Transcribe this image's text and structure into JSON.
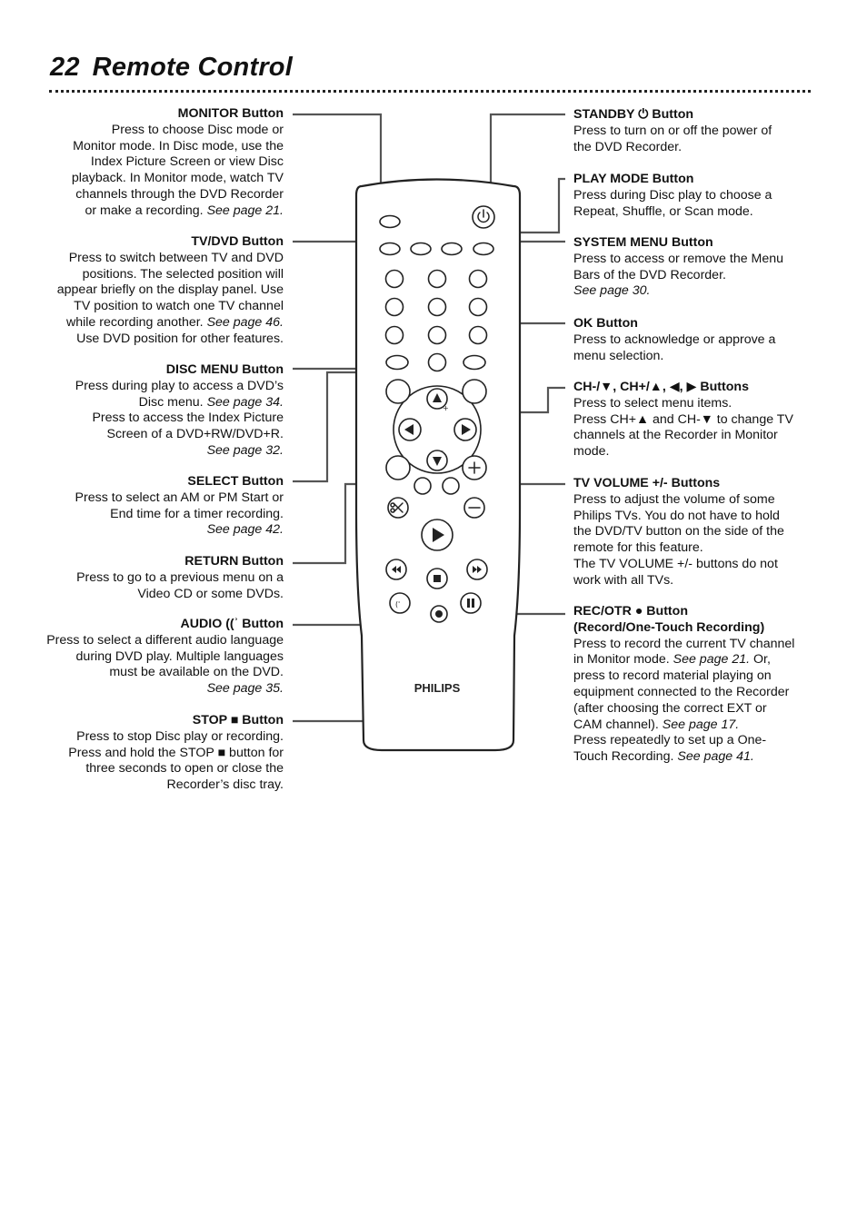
{
  "header": {
    "page_number": "22",
    "title": "Remote Control"
  },
  "brand": "PHILIPS",
  "left_items": [
    {
      "key": "monitor",
      "heading": "MONITOR Button",
      "text": "Press to choose Disc mode or\nMonitor mode. In Disc mode, use the\nIndex Picture Screen or view Disc\nplayback. In Monitor mode, watch TV\nchannels through the DVD Recorder\nor make a recording.",
      "ref": "See page 21."
    },
    {
      "key": "tvdvd",
      "heading": "TV/DVD Button",
      "text": "Press to switch between TV and DVD\npositions. The selected position will\nappear briefly on the display panel. Use\nTV position to watch one TV channel\nwhile recording another.",
      "ref": "See page 46.",
      "text2": "Use DVD position for other features."
    },
    {
      "key": "discmenu",
      "heading": "DISC MENU Button",
      "text": "Press during play to access a DVD’s\nDisc menu.",
      "ref": "See page 34.",
      "text2": "Press to access the Index Picture\nScreen of a DVD+RW/DVD+R.",
      "ref2": "See page 32."
    },
    {
      "key": "select",
      "heading": "SELECT Button",
      "text": "Press to select an AM or PM Start or\nEnd time for a timer recording.",
      "ref": "See page 42."
    },
    {
      "key": "return",
      "heading": "RETURN Button",
      "text": "Press to go to a previous menu on a\nVideo CD or some DVDs."
    },
    {
      "key": "audio",
      "heading": "AUDIO ((ʾ Button",
      "text": "Press to select a different audio language\nduring DVD play. Multiple languages\nmust be available on the DVD.",
      "ref": "See page 35."
    },
    {
      "key": "stop",
      "heading": "STOP ■ Button",
      "text": "Press to stop Disc play or recording.\nPress and hold the STOP ■ button for\nthree seconds to open or close the\nRecorder’s disc tray."
    }
  ],
  "right_items": [
    {
      "key": "standby",
      "heading": "STANDBY ⏻ Button",
      "text": "Press to turn on or off the power of\nthe DVD Recorder."
    },
    {
      "key": "playmode",
      "heading": "PLAY MODE Button",
      "text": "Press during Disc play to choose a\nRepeat, Shuffle, or Scan mode."
    },
    {
      "key": "systemmenu",
      "heading": "SYSTEM MENU Button",
      "text": "Press to access or remove the Menu\nBars of the DVD Recorder.",
      "ref": "See page 30."
    },
    {
      "key": "ok",
      "heading": "OK Button",
      "text": "Press to acknowledge or approve a\nmenu selection."
    },
    {
      "key": "ch",
      "heading": "CH-/▼, CH+/▲, ◀, ▶ Buttons",
      "text": "Press to select menu items.\nPress CH+▲ and CH-▼ to change TV\nchannels at the Recorder in Monitor\nmode."
    },
    {
      "key": "tvvol",
      "heading": "TV VOLUME +/- Buttons",
      "text": "Press to adjust the volume of some\nPhilips TVs.  You do not have to hold\nthe DVD/TV button on the side of the\nremote for this feature.\nThe TV VOLUME +/- buttons do not\nwork with all TVs."
    },
    {
      "key": "rec",
      "heading": "REC/OTR ● Button",
      "heading2": "(Record/One-Touch Recording)",
      "text": "Press to record the current TV channel\nin Monitor mode.",
      "ref": "See page 21.",
      "text2": "Or,\npress to record material playing on\nequipment connected to the Recorder\n(after choosing the correct EXT or\nCAM channel).",
      "ref2": "See page 17.",
      "text3": "Press repeatedly to set up a One-\nTouch Recording.",
      "ref3": "See page 41."
    }
  ]
}
